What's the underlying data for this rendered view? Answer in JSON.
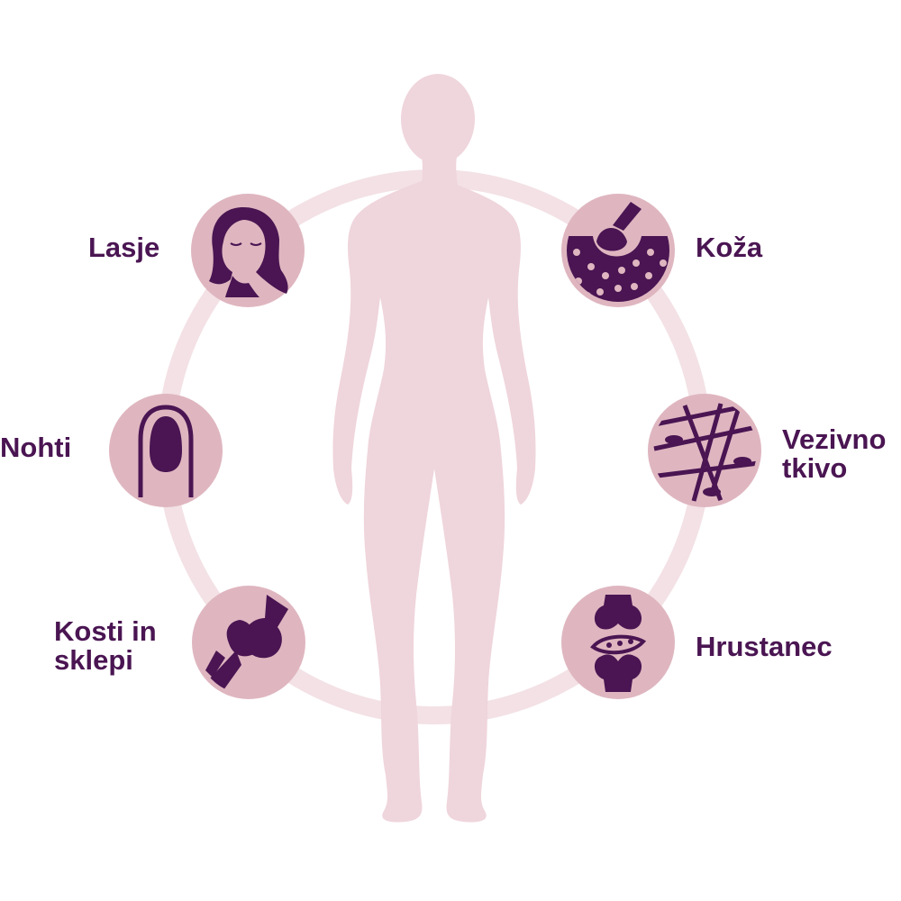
{
  "colors": {
    "ring": "#f3e1e5",
    "silhouette": "#efd5dc",
    "icon_bg": "#dfb6c0",
    "icon_fg": "#4a1552",
    "label": "#4a1552"
  },
  "items": [
    {
      "id": "hair",
      "icon": "woman-hair-icon",
      "label_lines": [
        "Lasje"
      ]
    },
    {
      "id": "skin",
      "icon": "skin-layer-icon",
      "label_lines": [
        "Koža"
      ]
    },
    {
      "id": "nails",
      "icon": "fingernail-icon",
      "label_lines": [
        "Nohti"
      ]
    },
    {
      "id": "connective",
      "icon": "connective-tissue-icon",
      "label_lines": [
        "Vezivno",
        "tkivo"
      ]
    },
    {
      "id": "bones",
      "icon": "bone-joint-icon",
      "label_lines": [
        "Kosti in",
        "sklepi"
      ]
    },
    {
      "id": "cartilage",
      "icon": "cartilage-icon",
      "label_lines": [
        "Hrustanec"
      ]
    }
  ]
}
